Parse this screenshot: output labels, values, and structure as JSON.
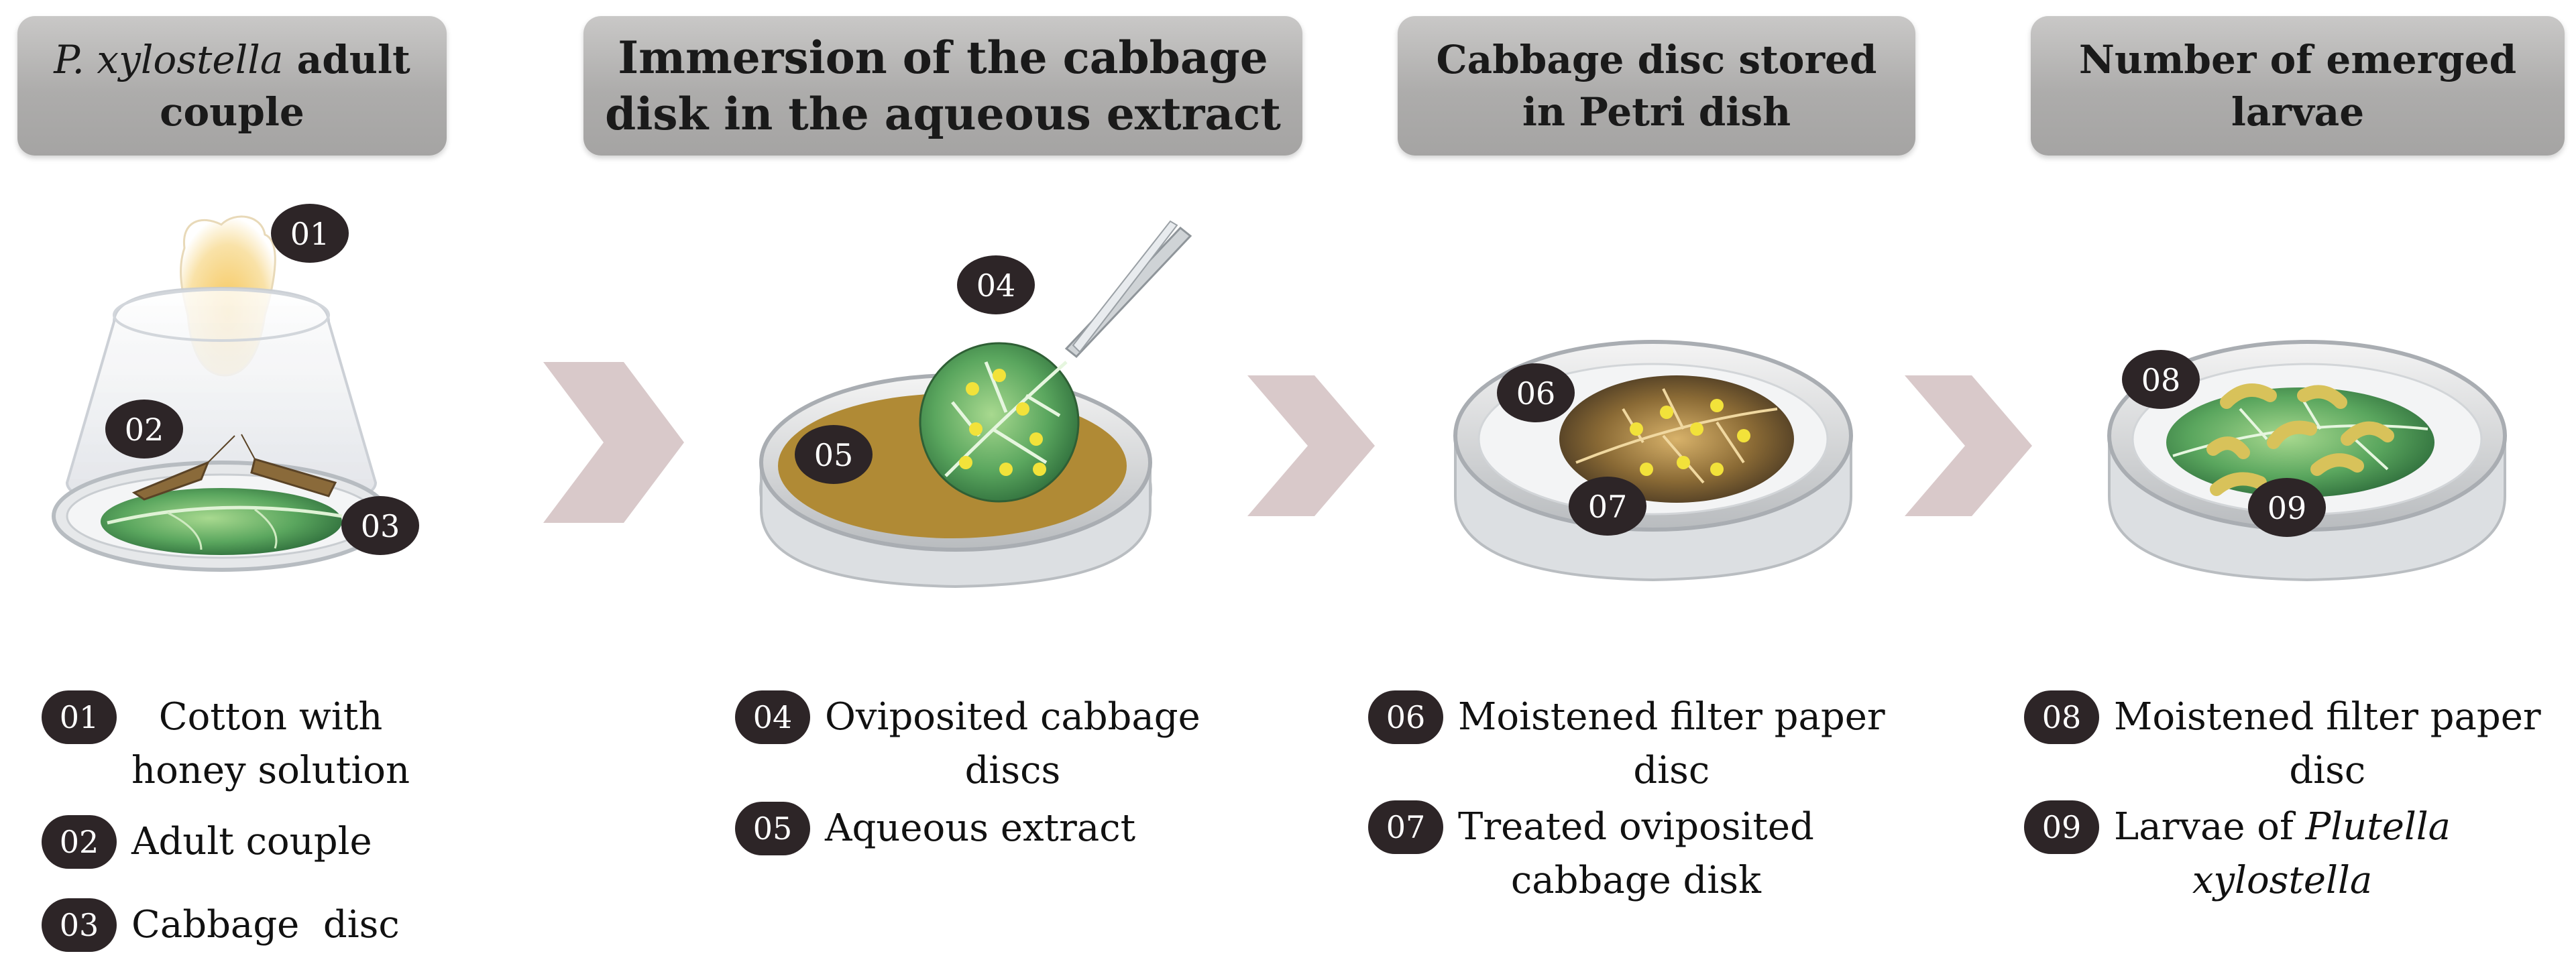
{
  "steps": [
    {
      "title_italic": "P. xylostella",
      "title_rest": " adult couple"
    },
    {
      "title": "Immersion of the cabbage disk in the aqueous extract"
    },
    {
      "title": "Cabbage disc stored in Petri dish"
    },
    {
      "title": "Number of emerged larvae"
    }
  ],
  "markers": [
    "01",
    "02",
    "03",
    "04",
    "05",
    "06",
    "07",
    "08",
    "09"
  ],
  "legend": {
    "l01": {
      "num": "01",
      "line1": "Cotton with",
      "line2": "honey solution"
    },
    "l02": {
      "num": "02",
      "text": "Adult couple"
    },
    "l03": {
      "num": "03",
      "text": "Cabbage  disc"
    },
    "l04": {
      "num": "04",
      "line1": "Oviposited cabbage",
      "line2": "discs"
    },
    "l05": {
      "num": "05",
      "text": "Aqueous extract"
    },
    "l06": {
      "num": "06",
      "line1": "Moistened filter paper",
      "line2": "disc"
    },
    "l07": {
      "num": "07",
      "line1": "Treated oviposited",
      "line2": "cabbage disk"
    },
    "l08": {
      "num": "08",
      "line1": "Moistened filter paper",
      "line2": "disc"
    },
    "l09": {
      "num": "09",
      "line1_plain": "Larvae of ",
      "line1_italic": "Plutella",
      "line2_italic": "xylostella"
    }
  },
  "colors": {
    "header_bg": "#adacab",
    "badge_bg": "#2d2527",
    "arrow": "#d9c9ca",
    "extract": "#b08a35",
    "leaf": "#4f9a55",
    "egg": "#f2e23a",
    "larva": "#d8c25a"
  }
}
